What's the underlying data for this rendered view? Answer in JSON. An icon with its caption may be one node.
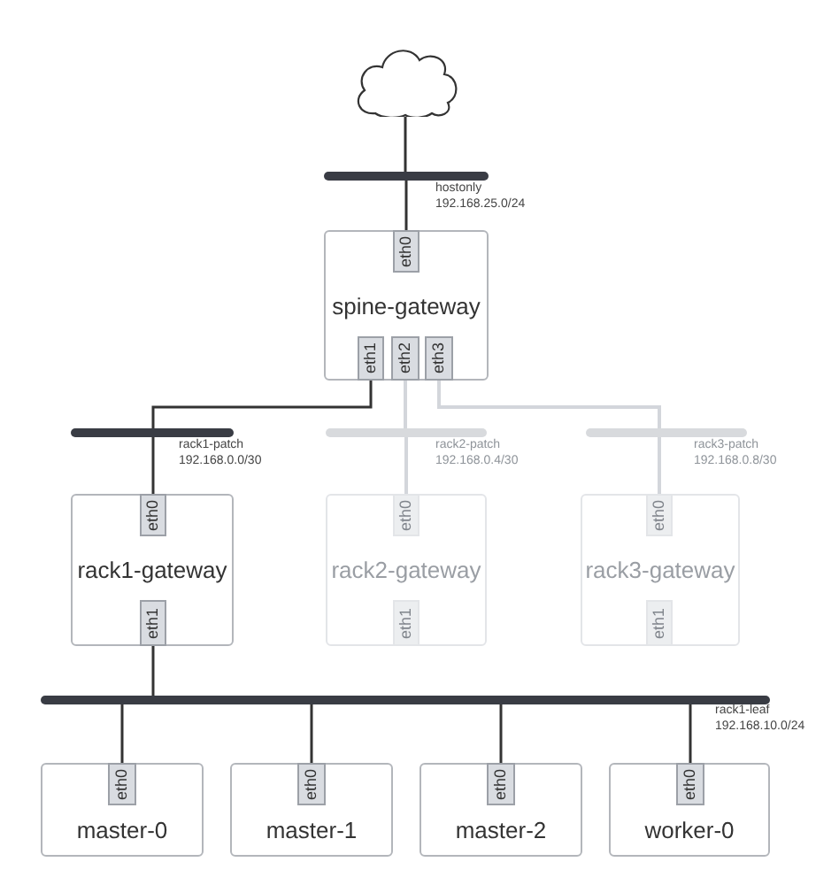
{
  "diagram": {
    "nodes": [
      {
        "text": [],
        "shape": "cloud"
      },
      {
        "text": [],
        "shape": "bar",
        "beside": [
          "hostonly",
          "192.168.25.0/24"
        ]
      },
      {
        "text": [
          "spine-gateway"
        ]
      },
      {
        "text": [
          "eth0"
        ],
        "in": 2
      },
      {
        "text": [
          "eth1"
        ],
        "in": 2
      },
      {
        "text": [
          "eth2"
        ],
        "in": 2
      },
      {
        "text": [
          "eth3"
        ],
        "in": 2
      },
      {
        "text": [],
        "shape": "bar",
        "beside": [
          "rack1-patch",
          "192.168.0.0/30"
        ]
      },
      {
        "text": [],
        "shape": "bar",
        "beside": [
          "rack2-patch",
          "192.168.0.4/30"
        ]
      },
      {
        "text": [],
        "shape": "bar",
        "beside": [
          "rack3-patch",
          "192.168.0.8/30"
        ]
      },
      {
        "text": [
          "rack1-gateway"
        ]
      },
      {
        "text": [
          "eth0"
        ],
        "in": 10
      },
      {
        "text": [
          "eth1"
        ],
        "in": 10
      },
      {
        "text": [
          "rack2-gateway"
        ]
      },
      {
        "text": [
          "eth0"
        ],
        "in": 13
      },
      {
        "text": [
          "eth1"
        ],
        "in": 13
      },
      {
        "text": [
          "rack3-gateway"
        ]
      },
      {
        "text": [
          "eth0"
        ],
        "in": 16
      },
      {
        "text": [
          "eth1"
        ],
        "in": 16
      },
      {
        "text": [],
        "shape": "bar",
        "beside": [
          "rack1-leaf",
          "192.168.10.0/24"
        ]
      },
      {
        "text": [
          "master-0"
        ]
      },
      {
        "text": [
          "eth0"
        ],
        "in": 20
      },
      {
        "text": [
          "master-1"
        ]
      },
      {
        "text": [
          "eth0"
        ],
        "in": 22
      },
      {
        "text": [
          "master-2"
        ]
      },
      {
        "text": [
          "eth0"
        ],
        "in": 24
      },
      {
        "text": [
          "worker-0"
        ]
      },
      {
        "text": [
          "eth0"
        ],
        "in": 26
      }
    ],
    "edges": [
      {
        "from": 0,
        "to": 1,
        "arrow": "none"
      },
      {
        "from": 1,
        "to": 3,
        "arrow": "none"
      },
      {
        "from": 4,
        "to": 7,
        "arrow": "none"
      },
      {
        "from": 5,
        "to": 8,
        "arrow": "none",
        "color": "#d3d6db"
      },
      {
        "from": 6,
        "to": 9,
        "arrow": "none",
        "color": "#d3d6db"
      },
      {
        "from": 7,
        "to": 11,
        "arrow": "none"
      },
      {
        "from": 8,
        "to": 14,
        "arrow": "none",
        "color": "#d3d6db"
      },
      {
        "from": 9,
        "to": 17,
        "arrow": "none",
        "color": "#d3d6db"
      },
      {
        "from": 12,
        "to": 19,
        "arrow": "none"
      },
      {
        "from": 19,
        "to": 21,
        "arrow": "none"
      },
      {
        "from": 19,
        "to": 23,
        "arrow": "none"
      },
      {
        "from": 19,
        "to": 25,
        "arrow": "none"
      },
      {
        "from": 19,
        "to": 27,
        "arrow": "none"
      }
    ]
  }
}
